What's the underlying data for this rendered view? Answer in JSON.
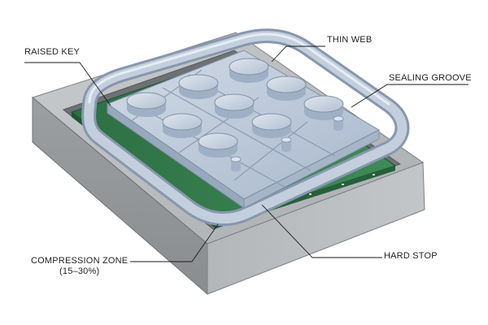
{
  "labels": {
    "raised_key": "RAISED KEY",
    "thin_web": "THIN WEB",
    "sealing_groove": "SEALING GROOVE",
    "compression_zone": "COMPRESSION ZONE",
    "compression_range": "(15–30%)",
    "hard_stop": "HARD STOP"
  },
  "colors": {
    "housing": "#9fa3a6",
    "membrane": "#b9c7d8",
    "pcb": "#2f7a4a",
    "leader": "#1a1a1a"
  },
  "keys": {
    "count": 9
  },
  "hard_stops": {
    "count": 3
  }
}
